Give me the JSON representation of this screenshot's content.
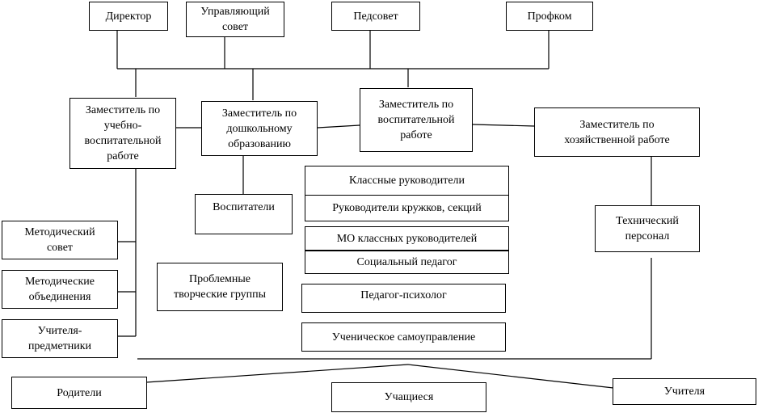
{
  "nodes": {
    "director": "Директор",
    "governing_council": "Управляющий совет",
    "pedsovet": "Педсовет",
    "profkom": "Профком",
    "deputy_educational": "Заместитель по учебно-воспитательной работе",
    "deputy_preschool": "Заместитель по дошкольному образованию",
    "deputy_upbringing": "Заместитель по воспитательной работе",
    "deputy_economic": "Заместитель по хозяйственной работе",
    "educators": "Воспитатели",
    "class_teachers": "Классные руководители",
    "club_leaders": "Руководители кружков,  секций",
    "mo_class_teachers": "МО классных руководителей",
    "social_teacher": "Социальный педагог",
    "psychologist": "Педагог-психолог",
    "student_government": "Ученическое самоуправление",
    "technical_staff": "Технический персонал",
    "methodical_council": "Методический совет",
    "methodical_associations": "Методические объединения",
    "subject_teachers": "Учителя-предметники",
    "creative_groups": "Проблемные творческие группы",
    "parents": "Родители",
    "students": "Учащиеся",
    "teachers": "Учителя"
  }
}
